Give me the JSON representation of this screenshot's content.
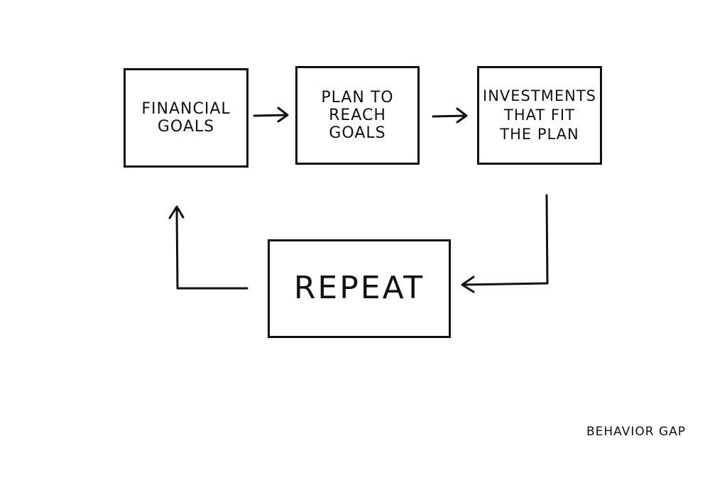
{
  "diagram": {
    "nodes": [
      {
        "id": "goals",
        "label": "Financial\nGoals"
      },
      {
        "id": "plan",
        "label": "Plan to\nReach\nGoals"
      },
      {
        "id": "invest",
        "label": "Investments\nThat Fit\nThe Plan"
      },
      {
        "id": "repeat",
        "label": "Repeat"
      }
    ],
    "edges": [
      {
        "from": "goals",
        "to": "plan"
      },
      {
        "from": "plan",
        "to": "invest"
      },
      {
        "from": "invest",
        "to": "repeat"
      },
      {
        "from": "repeat",
        "to": "goals"
      }
    ]
  },
  "signature": "Behavior Gap",
  "colors": {
    "ink": "#111111",
    "background": "#ffffff"
  }
}
